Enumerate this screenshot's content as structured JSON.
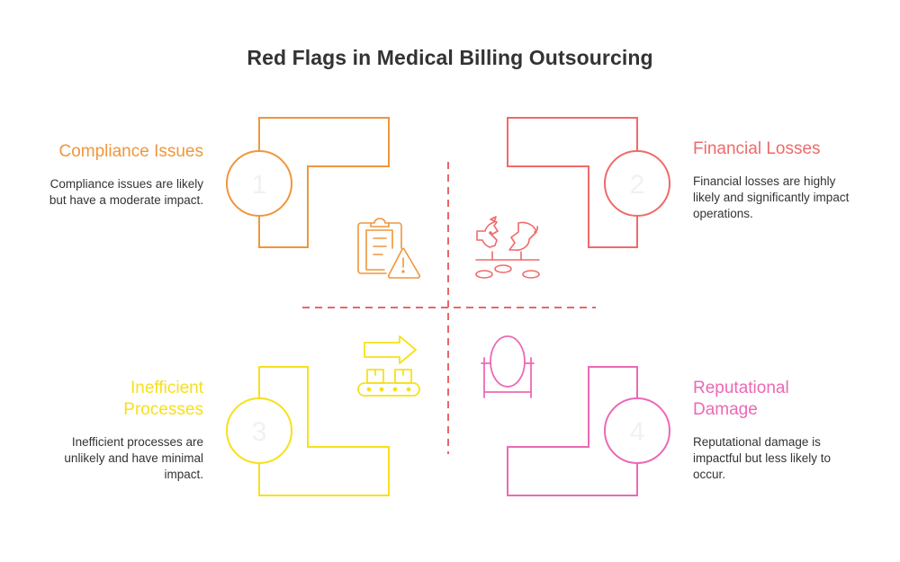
{
  "title": "Red Flags in Medical Billing Outsourcing",
  "colors": {
    "orange": "#F0963C",
    "red": "#EF6A6A",
    "yellow": "#F7E01B",
    "pink": "#EC69B5",
    "text": "#333333",
    "number": "#F1F1F1",
    "divider": "#E8676A"
  },
  "quadrants": [
    {
      "number": "1",
      "heading": "Compliance Issues",
      "description": "Compliance issues are likely but have a moderate impact.",
      "icon": "clipboard-warning-icon"
    },
    {
      "number": "2",
      "heading": "Financial Losses",
      "description": "Financial losses are highly likely and significantly impact operations.",
      "icon": "broken-piggy-bank-icon"
    },
    {
      "number": "3",
      "heading": "Inefficient Processes",
      "description": "Inefficient processes are unlikely and have minimal impact.",
      "icon": "conveyor-belt-arrow-icon"
    },
    {
      "number": "4",
      "heading": "Reputational Damage",
      "description": "Reputational damage is impactful but less likely to occur.",
      "icon": "mirror-icon"
    }
  ]
}
